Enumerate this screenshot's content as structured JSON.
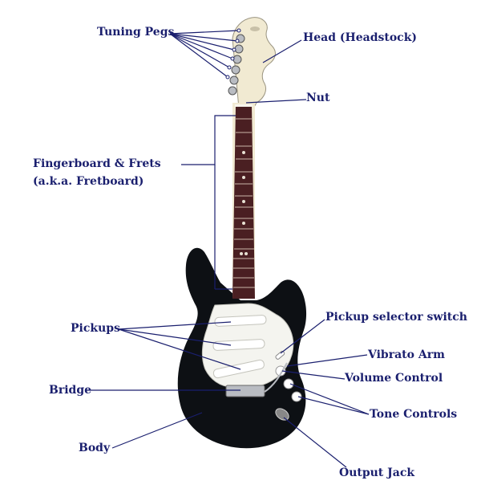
{
  "labels": {
    "tuning_pegs": "Tuning Pegs",
    "head": "Head (Headstock)",
    "nut": "Nut",
    "fingerboard_line1": "Fingerboard & Frets",
    "fingerboard_line2": "(a.k.a. Fretboard)",
    "pickups": "Pickups",
    "pickup_selector_switch": "Pickup selector switch",
    "vibrato_arm": "Vibrato Arm",
    "volume_control": "Volume Control",
    "bridge": "Bridge",
    "tone_controls": "Tone Controls",
    "body": "Body",
    "output_jack": "Output Jack"
  },
  "colors": {
    "label_text": "#1a1f6e",
    "guitar_body": "#0d1014",
    "pickguard": "#f4f4ef",
    "neck_maple": "#f1ead2",
    "fretboard_rosewood": "#4a1f22",
    "chrome": "#b9bcc2"
  }
}
